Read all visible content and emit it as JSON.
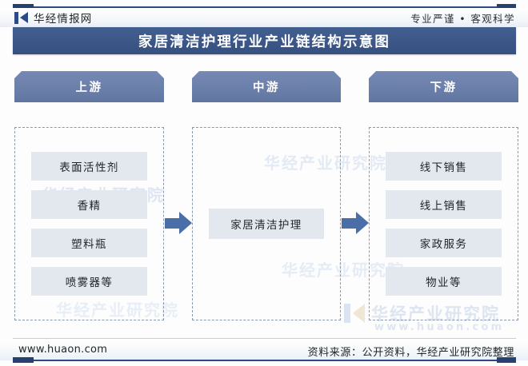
{
  "brand": {
    "logo_icon": "huaon-logo-icon",
    "name": "华经情报网",
    "tagline": "专业严谨 • 客观科学"
  },
  "title": "家居清洁护理行业产业链结构示意图",
  "colors": {
    "title_bar": "#3c5788",
    "column_header": "#6b7fab",
    "item_box": "#e3e8ef",
    "arrow": "#4a6fa8",
    "dashed_border": "#8c98ab",
    "rule": "#2d4b82"
  },
  "columns": [
    {
      "key": "upstream",
      "header": "上游",
      "items": [
        "表面活性剂",
        "香精",
        "塑料瓶",
        "喷雾器等"
      ]
    },
    {
      "key": "midstream",
      "header": "中游",
      "items": [
        "家居清洁护理"
      ]
    },
    {
      "key": "downstream",
      "header": "下游",
      "items": [
        "线下销售",
        "线上销售",
        "家政服务",
        "物业等"
      ]
    }
  ],
  "arrows": [
    {
      "name": "arrow-upstream-to-midstream",
      "direction": "right"
    },
    {
      "name": "arrow-midstream-to-downstream",
      "direction": "right"
    }
  ],
  "watermarks": {
    "tiles": [
      "华经产业研究院",
      "华经产业研究院",
      "华经产业研究院",
      "华经产业研究院"
    ],
    "brand_text": "华经产业研究院",
    "url": "www.huaon.com"
  },
  "footer": {
    "url": "www.huaon.com",
    "source": "资料来源：公开资料，华经产业研究院整理"
  }
}
